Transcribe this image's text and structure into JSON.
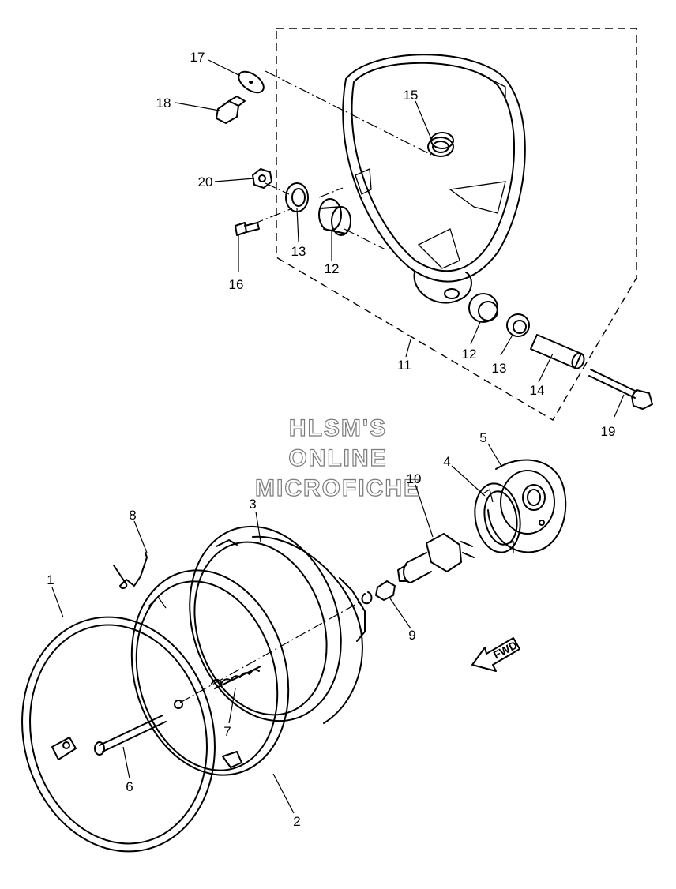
{
  "watermark": {
    "line1": "HLSM'S",
    "line2": "ONLINE",
    "line3": "MICROFICHE"
  },
  "fwd_label": "FWD",
  "callouts": {
    "c1": "1",
    "c2": "2",
    "c3": "3",
    "c4": "4",
    "c5": "5",
    "c6": "6",
    "c7": "7",
    "c8": "8",
    "c9": "9",
    "c10": "10",
    "c11": "11",
    "c12a": "12",
    "c12b": "12",
    "c13a": "13",
    "c13b": "13",
    "c14": "14",
    "c15": "15",
    "c16": "16",
    "c17": "17",
    "c18": "18",
    "c19": "19",
    "c20": "20"
  }
}
